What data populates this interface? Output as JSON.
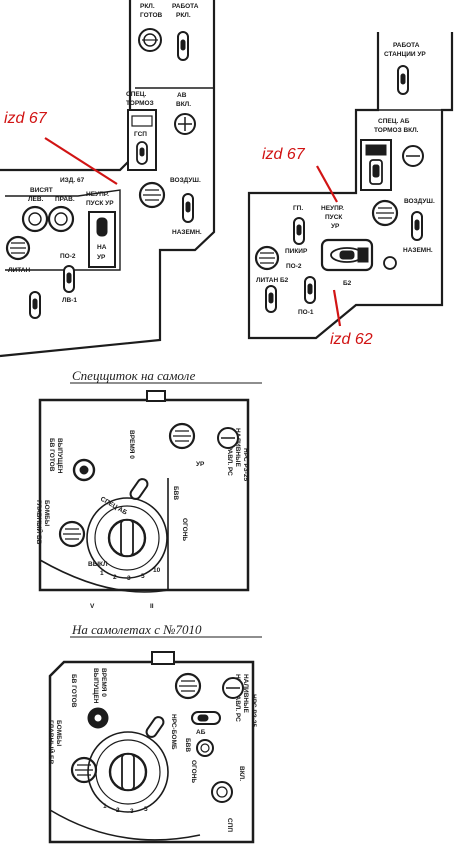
{
  "figure": {
    "panel_a": {
      "labels": {
        "recl_ready": [
          "РКЛ.",
          "ГОТОВ"
        ],
        "work_recl": [
          "РАБОТА",
          "РКЛ."
        ],
        "spec_brake": [
          "СПЕЦ.",
          "ТОРМОЗ"
        ],
        "gsp": "ГСП",
        "av_on": [
          "АВ",
          "ВКЛ."
        ],
        "izd": "ИЗД. 67",
        "hang": [
          "ВИСЯТ",
          "ЛЕВ.",
          "ПРАВ."
        ],
        "unguided": [
          "НЕУПР.",
          "ПУСК УР"
        ],
        "na_ur": [
          "НА",
          "УР"
        ],
        "air": "ВОЗДУШ.",
        "ground": "НАЗЕМН.",
        "litan": "ЛИТАН",
        "po2": "ПО-2",
        "lv1": "ЛВ-1"
      },
      "annotation": "izd 67"
    },
    "panel_b": {
      "labels": {
        "work_station": [
          "РАБОТА",
          "СТАНЦИИ УР"
        ],
        "spec_av": [
          "СПЕЦ. АБ",
          "ТОРМОЗ ВКЛ."
        ],
        "gp": "ГП.",
        "unguided": [
          "НЕУПР.",
          "ПУСК",
          "УР"
        ],
        "air": "ВОЗДУШ.",
        "dive": "ПИКИР",
        "po2": "ПО-2",
        "ground": "НАЗЕМН.",
        "litan": "ЛИТАН Б2",
        "b2": "Б2",
        "po1": "ПО-1"
      },
      "annotations": [
        "izd 67",
        "izd 62"
      ]
    },
    "caption_1": "Спецщиток на самоле",
    "panel_c": {
      "labels": {
        "release": [
          "ВРЕМЯ 0"
        ],
        "bombs_ready": [
          "ВЫПУЩЕН",
          "БВ ГОТОВ"
        ],
        "bombs": [
          "БОМБЫ",
          "ГЛАВНЫЙ БВ"
        ],
        "nurs": [
          "НЕУПРАВЛ. РС",
          "НАЛИВНЫЕ",
          "НРС  РЗ-25"
        ],
        "ur": "УР",
        "bvv": "БВВ",
        "fire": "ОГОНЬ",
        "spec_ab": "СПЕЦ АБ",
        "vyk": "ВЫКЛ",
        "scale": [
          "1",
          "2",
          "3",
          "5",
          "10"
        ],
        "bottom": [
          "V",
          "II"
        ]
      }
    },
    "caption_2": "На самолетах с №7010",
    "panel_d": {
      "labels": {
        "release": [
          "ВРЕМЯ 0",
          "ВЫПУЩЕН"
        ],
        "bombs_ready": [
          "БВ ГОТОВ"
        ],
        "bombs": [
          "БОМБЫ",
          "ГЛАВНЫЙ БВ"
        ],
        "nurs": [
          "НЕУПРАВЛ. РС",
          "НАЛИВНЫЕ",
          "НРС  РЗ-25"
        ],
        "ab": "АБ",
        "nrs_bomb": "НРС-БОМБ",
        "bvv": "БВВ",
        "fire": "ОГОНЬ",
        "vkl": "ВКЛ.",
        "spp": "СПП",
        "scale": [
          "1",
          "2",
          "3",
          "5"
        ]
      }
    }
  }
}
